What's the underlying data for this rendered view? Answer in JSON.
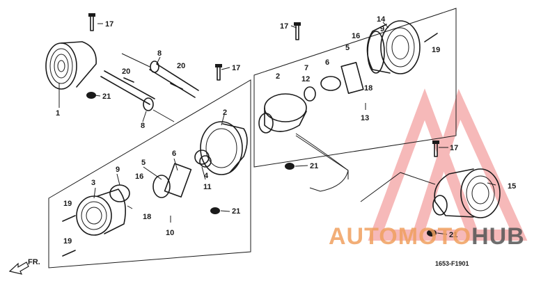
{
  "diagram": {
    "callouts": {
      "c1": "1",
      "c2a": "2",
      "c2b": "2",
      "c3": "3",
      "c4": "4",
      "c5a": "5",
      "c5b": "5",
      "c6a": "6",
      "c6b": "6",
      "c7": "7",
      "c8a": "8",
      "c8b": "8",
      "c9a": "9",
      "c9b": "9",
      "c10": "10",
      "c11": "11",
      "c12": "12",
      "c13": "13",
      "c14": "14",
      "c15": "15",
      "c16a": "16",
      "c16b": "16",
      "c17a": "17",
      "c17b": "17",
      "c17c": "17",
      "c17d": "17",
      "c18a": "18",
      "c18b": "18",
      "c19a": "19",
      "c19b": "19",
      "c19c": "19",
      "c20a": "20",
      "c20b": "20",
      "c21a": "21",
      "c21b": "21",
      "c21c": "21",
      "c21d": "21"
    },
    "direction_label": "FR.",
    "figure_code": "1653-F1901"
  },
  "watermark": {
    "part1": "AUTOMOTO",
    "part2": "HUB",
    "color_primary": "#f0a060",
    "color_secondary": "#555555",
    "triangle_color": "#f08080"
  }
}
